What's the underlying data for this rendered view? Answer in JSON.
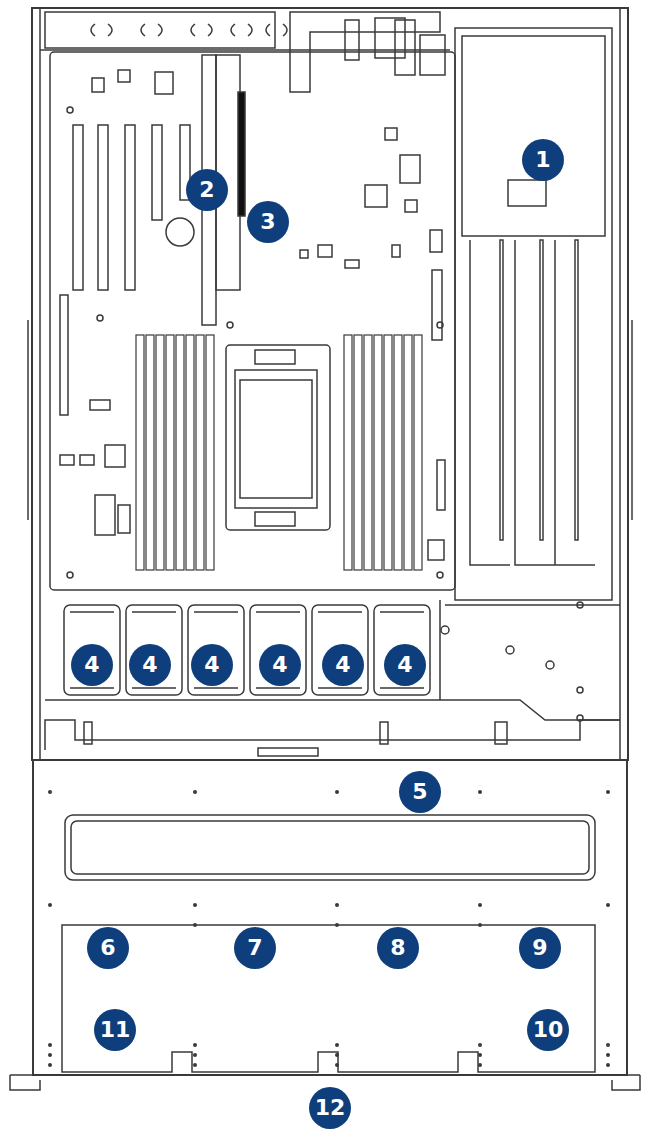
{
  "diagram": {
    "labels": [
      "1",
      "2",
      "3",
      "4",
      "4",
      "4",
      "4",
      "4",
      "4",
      "5",
      "6",
      "7",
      "8",
      "9",
      "10",
      "11",
      "12"
    ]
  }
}
